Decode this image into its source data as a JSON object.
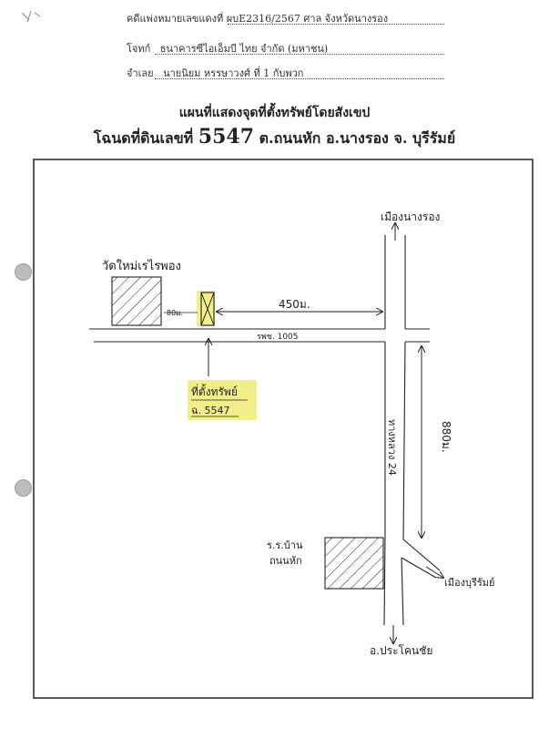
{
  "header": {
    "case_label": "คดีแพ่งหมายเลขแดงที่",
    "case_number": "ผบE2316/2567",
    "court_label": "ศาล",
    "court_name": "จังหวัดนางรอง",
    "plaintiff_label": "โจทก์",
    "plaintiff_name": "ธนาคารซีไอเอ็มบี ไทย จำกัด (มหาชน)",
    "defendant_label": "จำเลย",
    "defendant_name": "นายนิยม หรรษาวงศ์ ที่ 1 กับพวก"
  },
  "title": {
    "line1": "แผนที่แสดงจุดที่ตั้งทรัพย์โดยสังเขป",
    "deed_prefix": "โฉนดที่ดินเลขที่",
    "deed_number": "5547",
    "location": "ต.ถนนหัก อ.นางรอง จ. บุรีรัมย์"
  },
  "map": {
    "temple_label": "วัดใหม่เรไรพอง",
    "dist_80": "80ม.",
    "dist_450": "450ม.",
    "local_road": "รพช. 1005",
    "property_label": "ที่ตั้งทรัพย์",
    "property_deed": "ฉ. 5547",
    "highway": "ทางหลวง 24",
    "dist_880": "880ม.",
    "school_line1": "ร.ร.บ้าน",
    "school_line2": "ถนนหัก",
    "to_nangrong": "เมืองนางรอง",
    "to_buriram": "เมืองบุรีรัมย์",
    "to_prakhonchai": "อ.ประโคนชัย",
    "highlight_color": "#f2ef8a"
  }
}
